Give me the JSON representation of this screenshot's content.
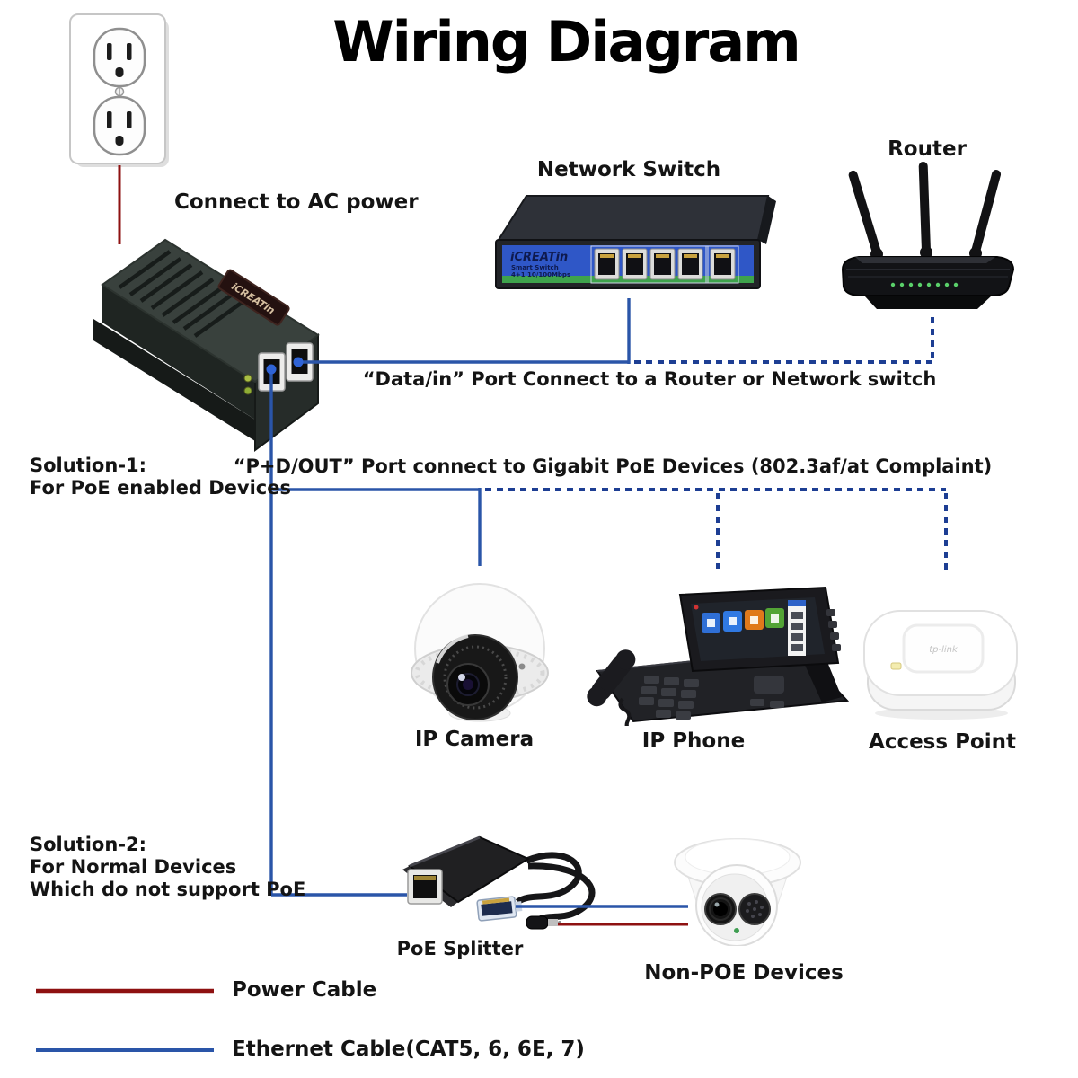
{
  "title": "Wiring Diagram",
  "annotations": {
    "connect_ac": "Connect to AC power",
    "data_in": "“Data/in” Port Connect to a Router or Network switch",
    "pd_out": "“P+D/OUT” Port connect to Gigabit PoE Devices (802.3af/at Complaint)"
  },
  "solution1": {
    "heading": "Solution-1:",
    "line1": "For PoE enabled Devices"
  },
  "solution2": {
    "heading": "Solution-2:",
    "line1": "For Normal Devices",
    "line2": "Which do not support PoE"
  },
  "device_labels": {
    "network_switch": "Network Switch",
    "router": "Router",
    "ip_camera": "IP Camera",
    "ip_phone": "IP Phone",
    "access_point": "Access Point",
    "poe_splitter": "PoE Splitter",
    "non_poe": "Non-POE Devices"
  },
  "switch_front": {
    "brand": "iCREATin",
    "line2": "Smart Switch",
    "line3": "4+1 10/100Mbps"
  },
  "injector": {
    "badge": "iCREATin"
  },
  "access_point": {
    "logo": "tp-link"
  },
  "legend": [
    {
      "label": "Power Cable",
      "color": "#8e1111"
    },
    {
      "label": "Ethernet Cable(CAT5, 6, 6E, 7)",
      "color": "#2a55a8"
    }
  ],
  "colors": {
    "ethernet_solid": "#2a55a8",
    "ethernet_dashed": "#1d3e93",
    "power_cable": "#8e1111",
    "switch_panel_blue": "#2f57c7",
    "switch_strip_green": "#3ea34c",
    "connector_dot_blue": "#2f63d6"
  }
}
